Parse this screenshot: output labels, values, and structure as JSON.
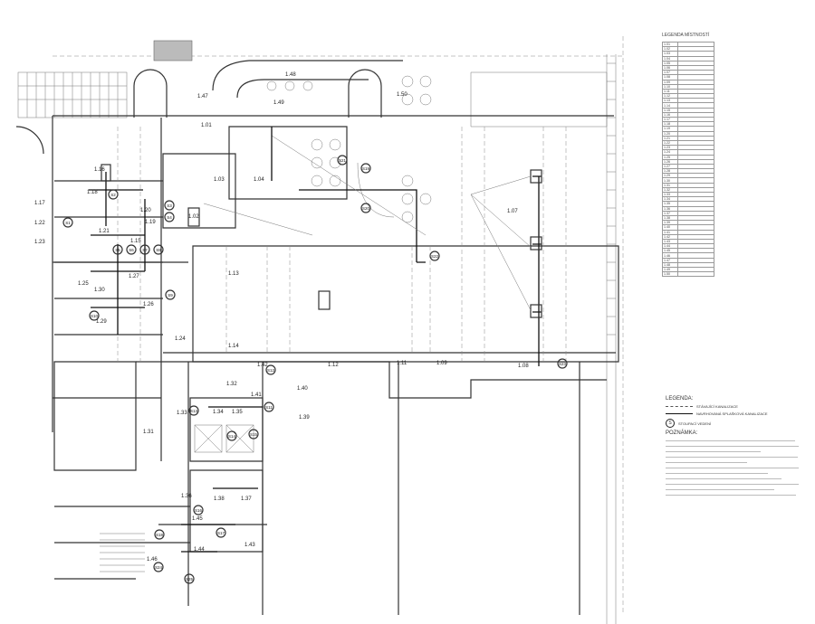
{
  "rooms": [
    "1.01",
    "1.02",
    "1.03",
    "1.04",
    "1.07",
    "1.08",
    "1.09",
    "1.11",
    "1.12",
    "1.13",
    "1.14",
    "1.15",
    "1.16",
    "1.17",
    "1.18",
    "1.19",
    "1.20",
    "1.21",
    "1.22",
    "1.23",
    "1.24",
    "1.25",
    "1.26",
    "1.27",
    "1.29",
    "1.30",
    "1.31",
    "1.32",
    "1.33",
    "1.34",
    "1.35",
    "1.36",
    "1.37",
    "1.38",
    "1.39",
    "1.40",
    "1.41",
    "1.42",
    "1.43",
    "1.44",
    "1.45",
    "1.46",
    "1.47",
    "1.48",
    "1.49",
    "1.50"
  ],
  "stacks": [
    "S1",
    "S2",
    "S3",
    "S4",
    "S5",
    "S6",
    "S7",
    "S8",
    "S9",
    "S10",
    "S11",
    "S12",
    "S13",
    "S14",
    "S15",
    "S16",
    "S17",
    "S18",
    "S19",
    "S20",
    "S21",
    "S22",
    "S23",
    "S24",
    "S25"
  ],
  "room_legend": {
    "title": "LEGENDA MÍSTNOSTÍ",
    "numbers": [
      "1.01",
      "1.02",
      "1.03",
      "1.04",
      "1.05",
      "1.06",
      "1.07",
      "1.08",
      "1.09",
      "1.10",
      "1.11",
      "1.12",
      "1.13",
      "1.14",
      "1.15",
      "1.16",
      "1.17",
      "1.18",
      "1.19",
      "1.20",
      "1.21",
      "1.22",
      "1.23",
      "1.24",
      "1.25",
      "1.26",
      "1.27",
      "1.28",
      "1.29",
      "1.30",
      "1.31",
      "1.32",
      "1.33",
      "1.34",
      "1.35",
      "1.36",
      "1.37",
      "1.38",
      "1.39",
      "1.40",
      "1.41",
      "1.42",
      "1.43",
      "1.44",
      "1.45",
      "1.46",
      "1.47",
      "1.48",
      "1.49",
      "1.50"
    ]
  },
  "legend": {
    "title": "LEGENDA:",
    "existing": "STÁVAJÍCÍ KANALIZACE",
    "proposed": "NAVRHOVANÁ SPLAŠKOVÁ KANALIZACE",
    "stack_symbol": "S",
    "stack_label": "STOUPACÍ VEDENÍ"
  },
  "notes": {
    "title": "POZNÁMKA:"
  }
}
